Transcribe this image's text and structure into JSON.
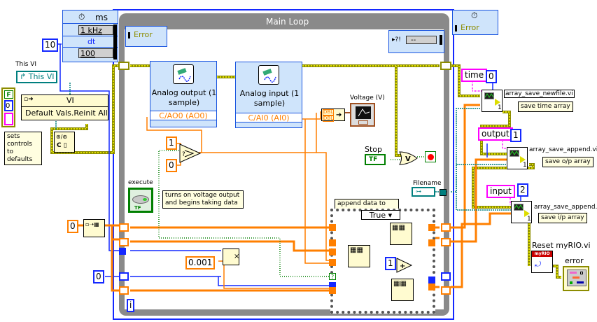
{
  "diagram": {
    "loop_title": "Main Loop",
    "timing": {
      "left": {
        "unit": "ms",
        "source": "1 kHz",
        "dt_label": "dt",
        "priority": "100",
        "dt_const": "10"
      },
      "right_error": "Error"
    },
    "error_cluster_left": "Error",
    "error_right_status": "--",
    "this_vi": {
      "label": "This VI",
      "ref": "This VI"
    },
    "invoke_node": {
      "class": "VI",
      "method": "Default Vals.Reinit All"
    },
    "boolean_cluster": {
      "bool": "F",
      "num": "0"
    },
    "notes": {
      "defaults": "sets controls to defaults",
      "execute": "turns on voltage output and begins taking data",
      "append": "append data to arrays",
      "save_time": "save time array",
      "save_output": "save o/p array",
      "save_input": "save i/p array"
    },
    "analog_output": {
      "title": "Analog output (1 sample)",
      "channel": "C/AO0 (AO0)"
    },
    "analog_input": {
      "title": "Analog input (1 sample)",
      "channel": "C/AI0 (AI0)"
    },
    "select": {
      "true_val": "1",
      "false_val": "0"
    },
    "execute_label": "execute",
    "voltage_label": "Voltage (V)",
    "bundle_types": [
      "DBL",
      "DBL"
    ],
    "stop_label": "Stop",
    "stop_tf": "TF",
    "filename_label": "Filename",
    "case_selector": "True",
    "increment_const": "1",
    "multiply_const": "0.001",
    "init_const_orange": "0",
    "init_const_blue": "0",
    "iteration_label": "i",
    "save_vis": [
      {
        "label": "time",
        "index": "0",
        "vi": "array_save_newfile.vi"
      },
      {
        "label": "output",
        "index": "1",
        "vi": "array_save_append.vi"
      },
      {
        "label": "input",
        "index": "2",
        "vi": "array_save_append.vi"
      }
    ],
    "reset_label": "Reset myRIO.vi",
    "reset_banner": "myRIO",
    "error_out_label": "error out"
  },
  "colors": {
    "wire_double": "#ff7f00",
    "wire_integer": "#1428ff",
    "wire_error": "#8c8c00",
    "wire_bool": "#007f00",
    "wire_path": "#007f7f",
    "wire_string": "#ff00ff"
  }
}
